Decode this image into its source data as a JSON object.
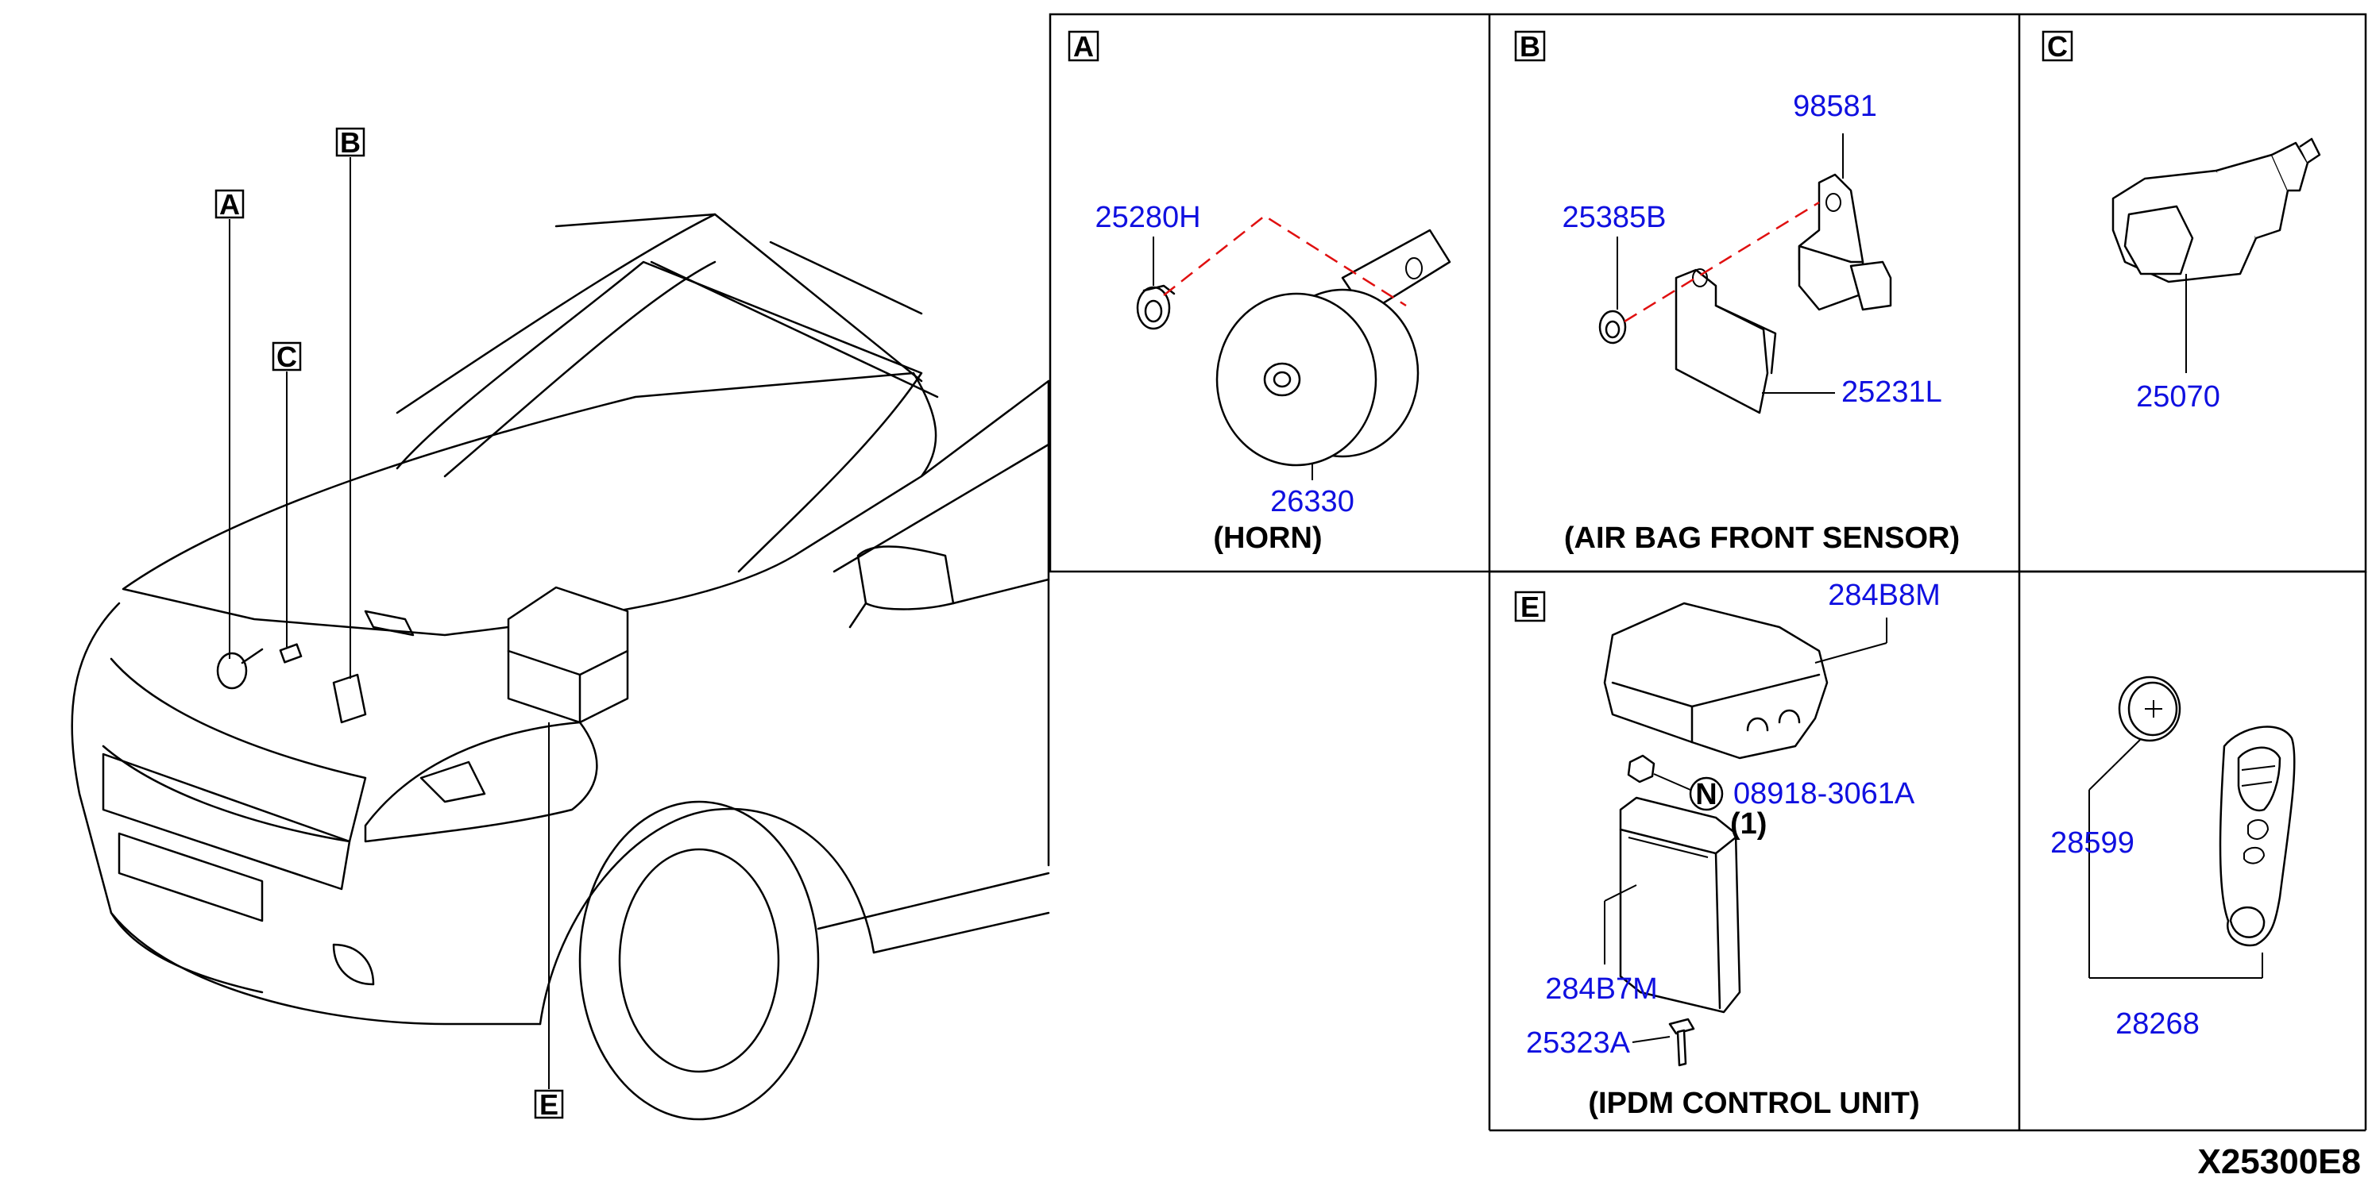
{
  "callouts": {
    "A": "A",
    "B": "B",
    "C": "C",
    "E": "E"
  },
  "panels": {
    "a": {
      "letter": "A",
      "caption": "(HORN)",
      "parts": [
        "25280H",
        "26330"
      ]
    },
    "b": {
      "letter": "B",
      "caption": "(AIR BAG FRONT SENSOR)",
      "parts": [
        "98581",
        "25385B",
        "25231L"
      ]
    },
    "c": {
      "letter": "C",
      "parts": [
        "25070"
      ]
    },
    "e": {
      "letter": "E",
      "caption": "(IPDM CONTROL UNIT)",
      "parts": [
        "284B8M",
        "08918-3061A",
        "(1)",
        "284B7M",
        "25323A"
      ],
      "nut_symbol": "N"
    },
    "keyfob": {
      "parts": [
        "28599",
        "28268"
      ]
    }
  },
  "reference": "X25300E8",
  "colors": {
    "part_number": "#1010e0",
    "dashed_guide": "#e01010",
    "outline": "#000000"
  }
}
